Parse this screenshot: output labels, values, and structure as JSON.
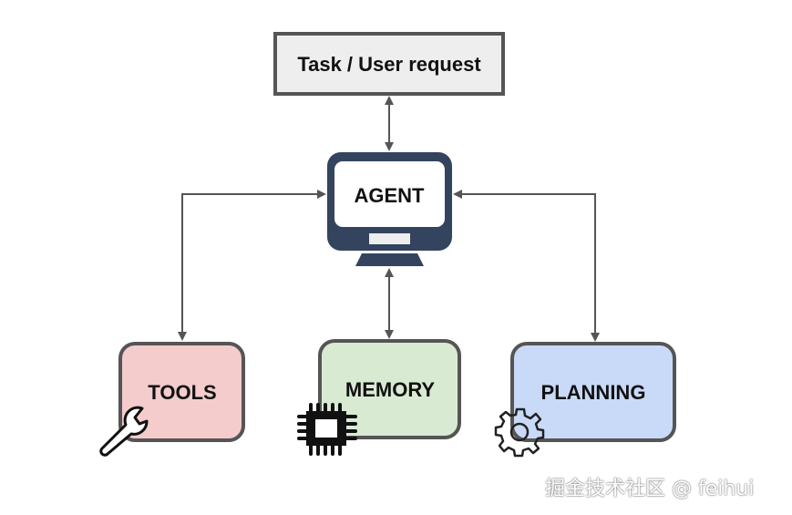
{
  "nodes": {
    "task": {
      "label": "Task / User request",
      "fill": "#eeeeee"
    },
    "agent": {
      "label": "AGENT",
      "fill": "#34445e"
    },
    "tools": {
      "label": "TOOLS",
      "fill": "#f4cccc",
      "icon": "wrench-icon"
    },
    "memory": {
      "label": "MEMORY",
      "fill": "#d9ead3",
      "icon": "chip-icon"
    },
    "planning": {
      "label": "PLANNING",
      "fill": "#c9daf8",
      "icon": "gear-icon"
    }
  },
  "edges": [
    {
      "from": "task",
      "to": "agent",
      "direction": "both"
    },
    {
      "from": "agent",
      "to": "tools",
      "direction": "both"
    },
    {
      "from": "agent",
      "to": "memory",
      "direction": "both"
    },
    {
      "from": "agent",
      "to": "planning",
      "direction": "both"
    }
  ],
  "watermark": "掘金技术社区 @ feihui"
}
